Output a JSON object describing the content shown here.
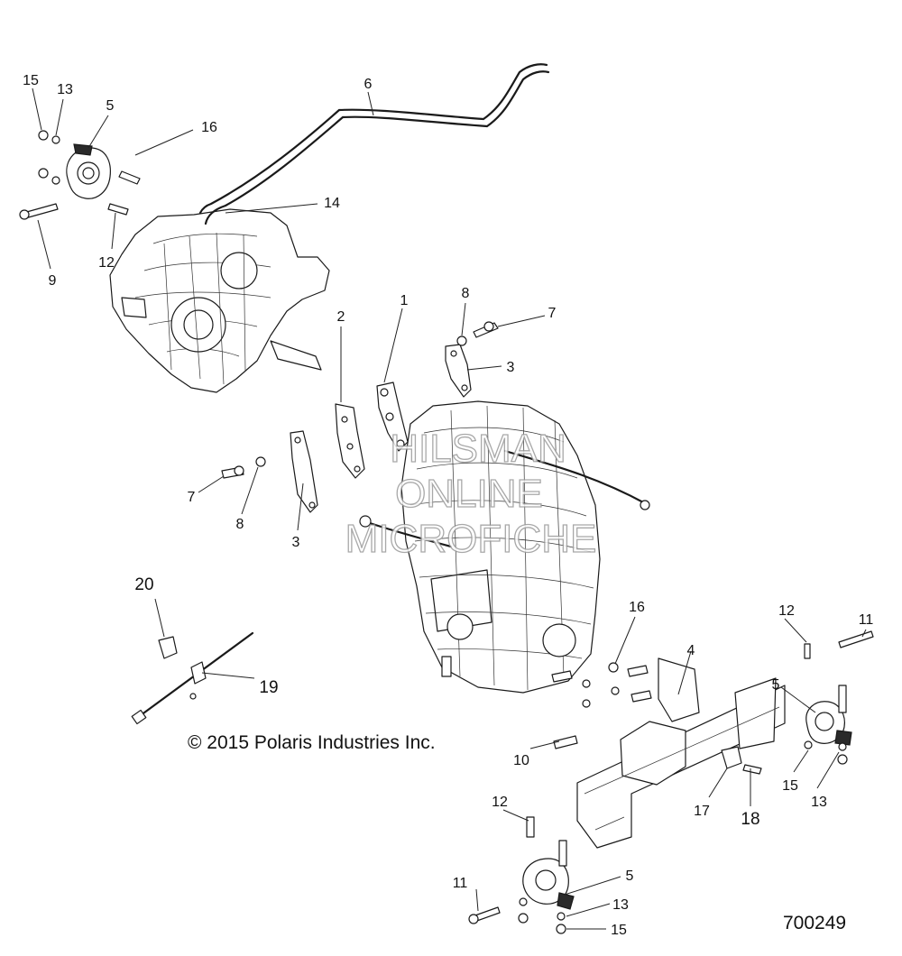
{
  "callouts": {
    "c1": "1",
    "c2": "2",
    "c3a": "3",
    "c3b": "3",
    "c4": "4",
    "c5a": "5",
    "c5b": "5",
    "c5c": "5",
    "c6": "6",
    "c7a": "7",
    "c7b": "7",
    "c8a": "8",
    "c8b": "8",
    "c9": "9",
    "c10": "10",
    "c11a": "11",
    "c11b": "11",
    "c12a": "12",
    "c12b": "12",
    "c12c": "12",
    "c13a": "13",
    "c13b": "13",
    "c13c": "13",
    "c14": "14",
    "c15a": "15",
    "c15b": "15",
    "c15c": "15",
    "c16a": "16",
    "c16b": "16",
    "c17": "17",
    "c18": "18",
    "c19": "19",
    "c20": "20"
  },
  "watermark": {
    "line1": "HILSMAN",
    "line2": "ONLINE",
    "line3": "MICROFICHE"
  },
  "copyright": "© 2015 Polaris Industries Inc.",
  "reference_number": "700249"
}
